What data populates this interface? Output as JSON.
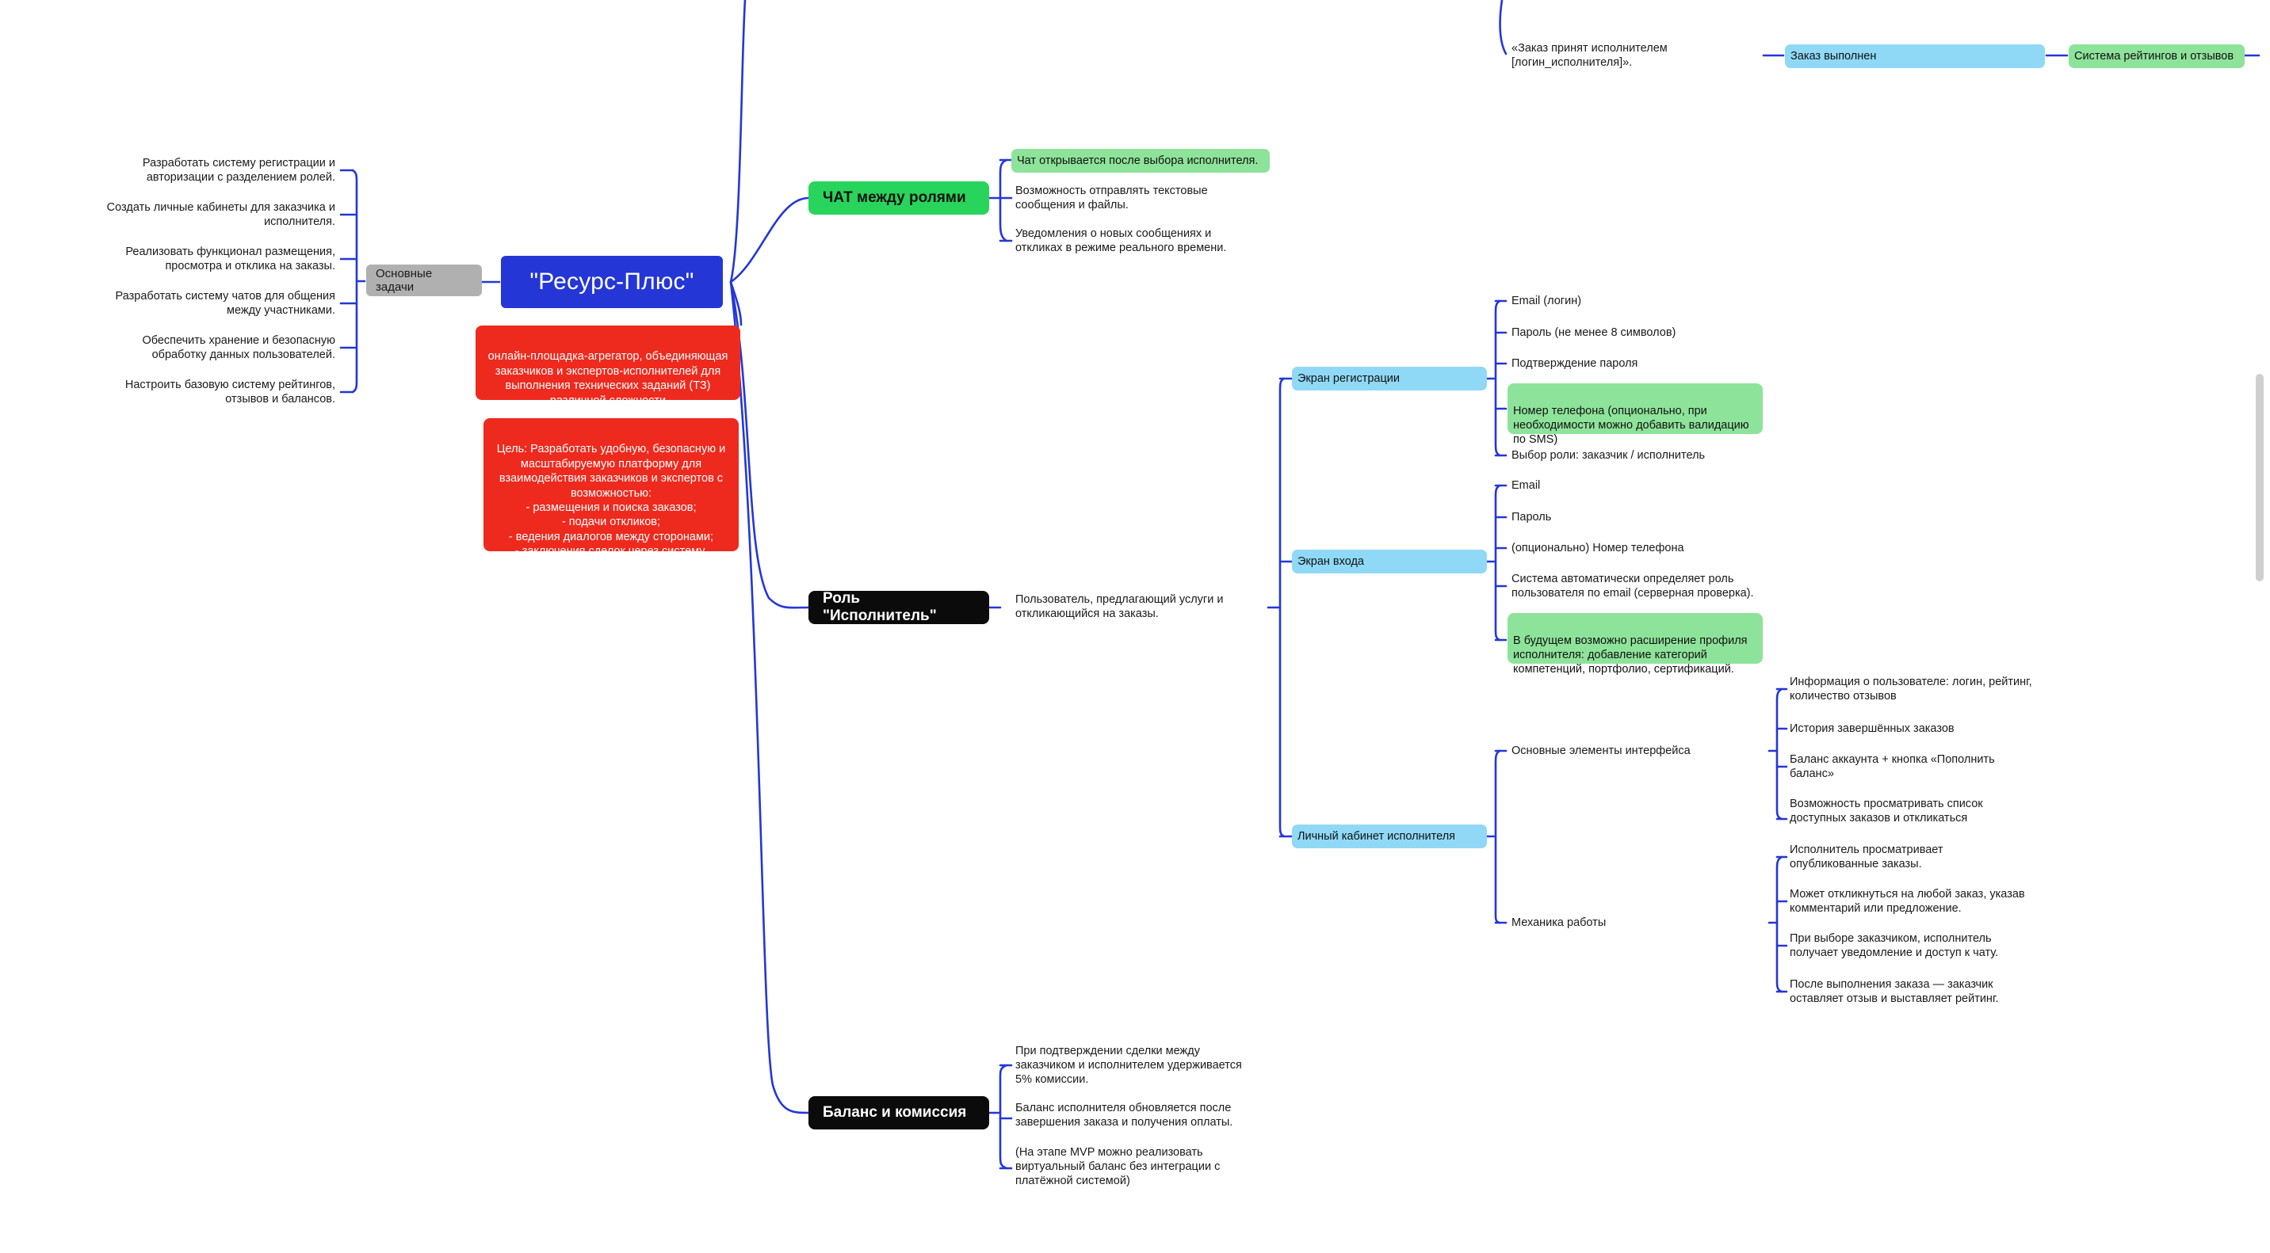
{
  "root": {
    "title": "\"Ресурс-Плюс\""
  },
  "description": "онлайн-площадка-агрегатор, объединяющая\nзаказчиков и экспертов-исполнителей для\nвыполнения технических заданий (ТЗ)\nразличной сложности",
  "goal": "Цель: Разработать удобную, безопасную и\nмасштабируемую платформу для\nвзаимодействия заказчиков и экспертов с\nвозможностью:\n- размещения и поиска заказов;\n- подачи откликов;\n- ведения диалогов между сторонами;\n- заключения сделок через систему.",
  "tasks": {
    "label": "Основные задачи",
    "items": [
      "Разработать систему регистрации и\nавторизации с разделением ролей.",
      "Создать личные кабинеты для заказчика и\nисполнителя.",
      "Реализовать функционал размещения,\nпросмотра и отклика на заказы.",
      "Разработать систему чатов для общения\nмежду участниками.",
      "Обеспечить хранение и безопасную\nобработку данных пользователей.",
      "Настроить базовую систему рейтингов,\nотзывов и балансов."
    ]
  },
  "top_flow": {
    "accepted": "«Заказ принят исполнителем\n[логин_исполнителя]».",
    "done": "Заказ выполнен",
    "ratings": "Система рейтингов и отзывов"
  },
  "chat": {
    "label": "ЧАТ между ролями",
    "items": [
      "Чат открывается после выбора исполнителя.",
      "Возможность отправлять текстовые\nсообщения и файлы.",
      "Уведомления о новых сообщениях и\nоткликах в режиме реального времени."
    ]
  },
  "executor": {
    "label": "Роль \"Исполнитель\"",
    "desc": "Пользователь, предлагающий услуги и\nоткликающийся на заказы.",
    "registration": {
      "label": "Экран регистрации",
      "items": [
        "Email (логин)",
        "Пароль (не менее 8 символов)",
        "Подтверждение пароля",
        "Номер телефона (опционально, при\nнеобходимости можно добавить валидацию\nпо SMS)",
        "Выбор роли: заказчик / исполнитель"
      ]
    },
    "login": {
      "label": "Экран входа",
      "items": [
        "Email",
        "Пароль",
        "(опционально) Номер телефона",
        "Система автоматически определяет роль\nпользователя по email (серверная проверка).",
        "В будущем возможно расширение профиля\nисполнителя: добавление категорий\nкомпетенций, портфолио, сертификаций."
      ]
    },
    "cabinet": {
      "label": "Личный кабинет исполнителя",
      "interface": {
        "label": "Основные элементы интерфейса",
        "items": [
          "Информация о пользователе: логин, рейтинг,\nколичество отзывов",
          "История завершённых заказов",
          "Баланс аккаунта + кнопка «Пополнить\nбаланс»",
          "Возможность просматривать список\nдоступных заказов и откликаться"
        ]
      },
      "mechanics": {
        "label": "Механика работы",
        "items": [
          "Исполнитель просматривает\nопубликованные заказы.",
          "Может откликнуться на любой заказ, указав\nкомментарий или предложение.",
          "При выборе заказчиком, исполнитель\nполучает уведомление и доступ к чату.",
          "После выполнения заказа — заказчик\nоставляет отзыв и выставляет рейтинг."
        ]
      }
    }
  },
  "balance": {
    "label": "Баланс и комиссия",
    "items": [
      "При подтверждении сделки между\nзаказчиком и исполнителем удерживается\n5% комиссии.",
      "Баланс исполнителя обновляется после\nзавершения заказа и получения оплаты.",
      "(На этапе MVP можно реализовать\nвиртуальный баланс без интеграции с\nплатёжной системой)"
    ]
  },
  "colors": {
    "connector": "#2437d6",
    "root": "#2437d6",
    "red": "#ee2a1e",
    "green": "#28d45b",
    "light_green": "#8ee39a",
    "light_blue": "#8fd9f6",
    "gray": "#b0b0b0",
    "black": "#0b0b0b"
  }
}
